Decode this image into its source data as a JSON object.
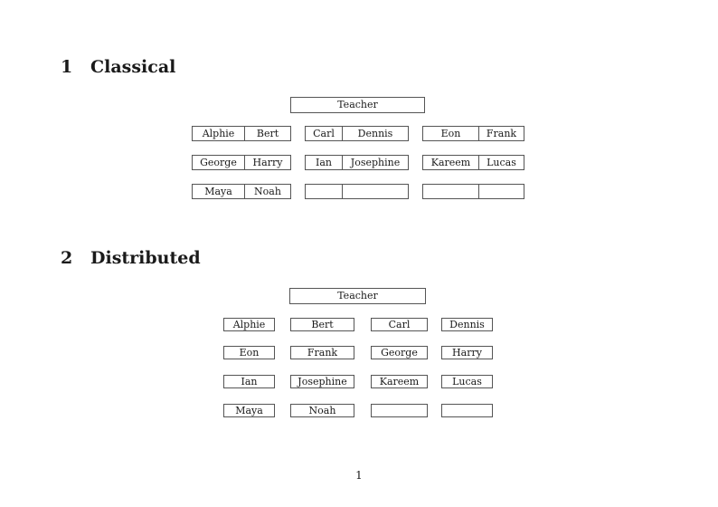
{
  "document": {
    "page_number": "1",
    "sections": [
      {
        "number": "1",
        "title": "Classical"
      },
      {
        "number": "2",
        "title": "Distributed"
      }
    ]
  },
  "classical": {
    "teacher_label": "Teacher",
    "desks": [
      {
        "left": "Alphie",
        "right": "Bert"
      },
      {
        "left": "Carl",
        "right": "Dennis"
      },
      {
        "left": "Eon",
        "right": "Frank"
      },
      {
        "left": "George",
        "right": "Harry"
      },
      {
        "left": "Ian",
        "right": "Josephine"
      },
      {
        "left": "Kareem",
        "right": "Lucas"
      },
      {
        "left": "Maya",
        "right": "Noah"
      },
      {
        "left": "",
        "right": ""
      },
      {
        "left": "",
        "right": ""
      }
    ]
  },
  "distributed": {
    "teacher_label": "Teacher",
    "seats": [
      "Alphie",
      "Bert",
      "Carl",
      "Dennis",
      "Eon",
      "Frank",
      "George",
      "Harry",
      "Ian",
      "Josephine",
      "Kareem",
      "Lucas",
      "Maya",
      "Noah",
      "",
      ""
    ]
  },
  "colors": {
    "background": "#ffffff",
    "border": "#555555",
    "text": "#1a1a1a"
  }
}
